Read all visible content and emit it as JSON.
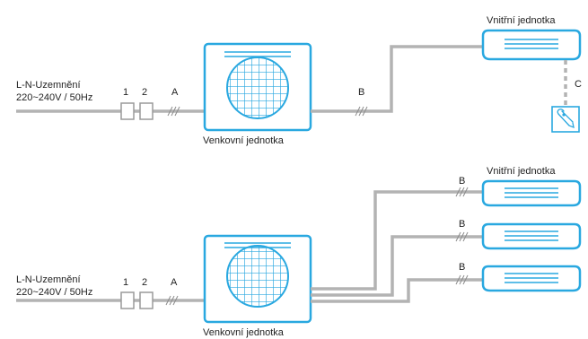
{
  "colors": {
    "accent": "#29a8e0",
    "wire": "#b3b3b3",
    "text": "#222222"
  },
  "top": {
    "supply_line1": "L-N-Uzemnění",
    "supply_line2": "220~240V / 50Hz",
    "fuse_1": "1",
    "fuse_2": "2",
    "cable_a": "A",
    "cable_b": "B",
    "cable_c": "C",
    "outdoor_label": "Venkovní jednotka",
    "indoor_label": "Vnitřní jednotka"
  },
  "bottom": {
    "supply_line1": "L-N-Uzemnění",
    "supply_line2": "220~240V / 50Hz",
    "fuse_1": "1",
    "fuse_2": "2",
    "cable_a": "A",
    "cable_b1": "B",
    "cable_b2": "B",
    "cable_b3": "B",
    "outdoor_label": "Venkovní jednotka",
    "indoor_label": "Vnitřní jednotka"
  },
  "icons": {
    "remote": "hand-remote-icon",
    "fan": "fan-grille-icon"
  }
}
